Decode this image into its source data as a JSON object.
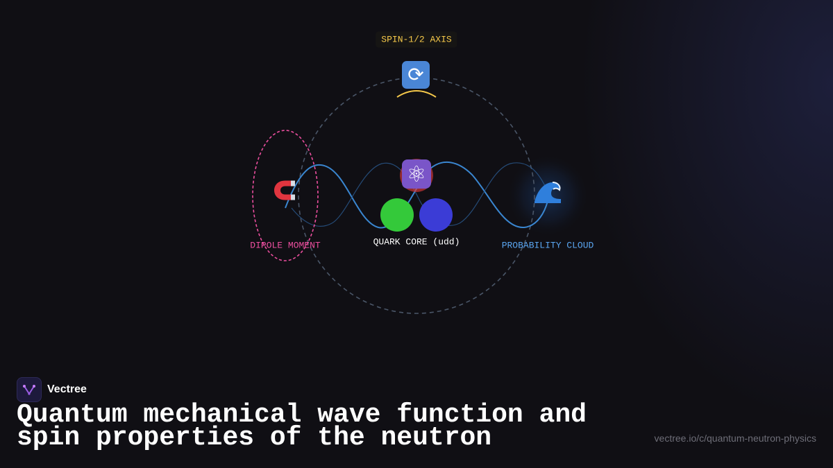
{
  "diagram": {
    "spin_axis": {
      "label": "SPIN-1/2 AXIS",
      "icon": "rotating-arrows-icon"
    },
    "dipole": {
      "label": "DIPOLE MOMENT",
      "icon": "magnet-icon"
    },
    "core": {
      "label": "QUARK CORE (udd)",
      "icon": "atom-icon",
      "quarks": [
        {
          "name": "up",
          "color": "#e23a3a"
        },
        {
          "name": "down",
          "color": "#34c93a"
        },
        {
          "name": "down",
          "color": "#3b3cd6"
        }
      ]
    },
    "cloud": {
      "label": "PROBABILITY CLOUD",
      "icon": "wave-icon"
    },
    "colors": {
      "spin": "#f5c84a",
      "dipole": "#ec4f9f",
      "core_label": "#ffffff",
      "cloud": "#5aa5f0",
      "wave": "#3a86d0",
      "orbit": "#4a5668"
    }
  },
  "brand": {
    "name": "Vectree",
    "logo": "vectree-logo-icon"
  },
  "title": {
    "line1": "Quantum mechanical wave function and",
    "line2": "spin properties of the neutron"
  },
  "source_url": "vectree.io/c/quantum-neutron-physics"
}
